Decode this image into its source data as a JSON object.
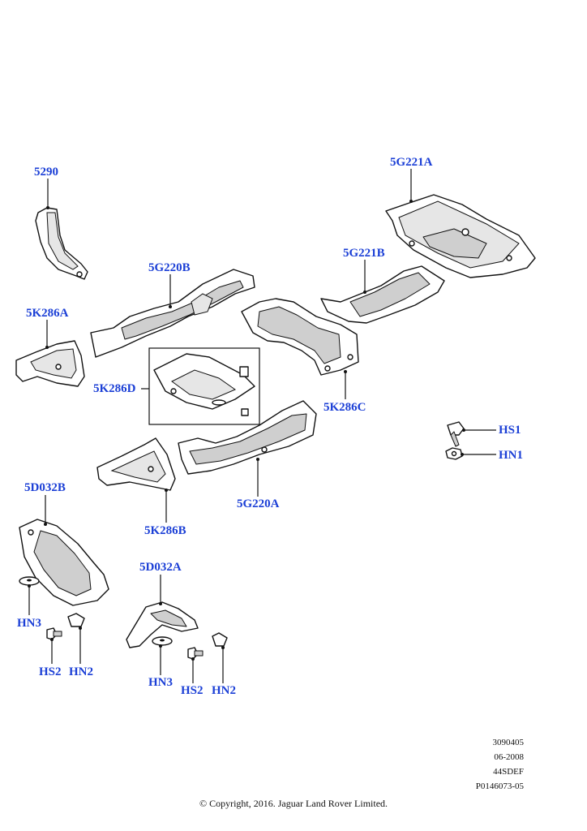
{
  "colors": {
    "label": "#1b3fd6",
    "line": "#111111",
    "shade": "#cfcfcf"
  },
  "callouts": {
    "p5290": "5290",
    "p5G221A": "5G221A",
    "p5G220B": "5G220B",
    "p5G221B": "5G221B",
    "p5K286A": "5K286A",
    "p5K286D": "5K286D",
    "p5K286C": "5K286C",
    "pHS1": "HS1",
    "pHN1": "HN1",
    "p5D032B": "5D032B",
    "p5K286B": "5K286B",
    "p5G220A": "5G220A",
    "p5D032A": "5D032A",
    "pHN3a": "HN3",
    "pHS2a": "HS2",
    "pHN2a": "HN2",
    "pHN3b": "HN3",
    "pHS2b": "HS2",
    "pHN2b": "HN2"
  },
  "reference": {
    "code1": "3090405",
    "date": "06-2008",
    "code2": "44SDEF",
    "code3": "P0146073-05"
  },
  "copyright": "© Copyright, 2016. Jaguar Land Rover Limited."
}
